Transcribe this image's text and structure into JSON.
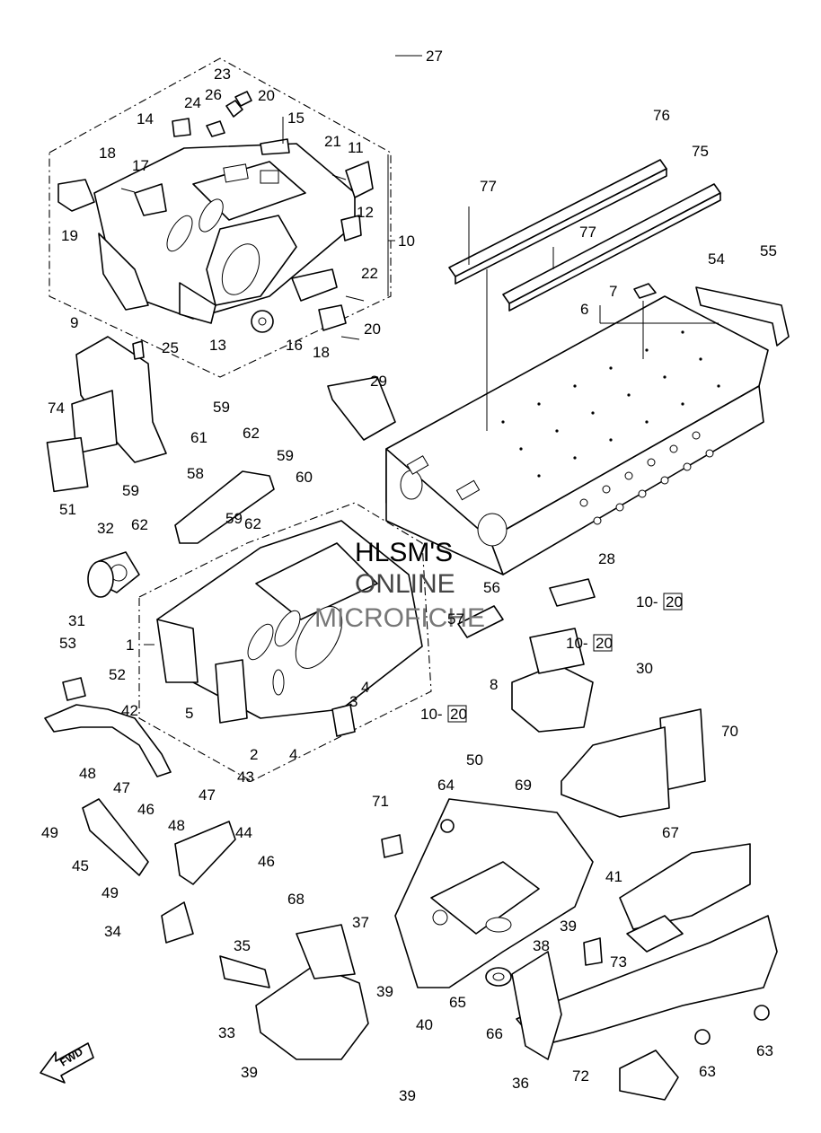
{
  "watermark": {
    "line1": "HLSM'S",
    "line2": "ONLINE",
    "line3": "MICROFICHE"
  },
  "fwd_label": "FWD",
  "callouts": {
    "c27": "27",
    "c23": "23",
    "c24": "24",
    "c26": "26",
    "c20a": "20",
    "c15": "15",
    "c14": "14",
    "c21": "21",
    "c11": "11",
    "c18a": "18",
    "c17": "17",
    "c19": "19",
    "c12": "12",
    "c10": "10",
    "c22": "22",
    "c20b": "20",
    "c13": "13",
    "c16": "16",
    "c18b": "18",
    "c76": "76",
    "c75": "75",
    "c77a": "77",
    "c77b": "77",
    "c7": "7",
    "c6": "6",
    "c54": "54",
    "c55": "55",
    "c9": "9",
    "c25": "25",
    "c74": "74",
    "c29": "29",
    "c59a": "59",
    "c61": "61",
    "c62a": "62",
    "c59b": "59",
    "c60": "60",
    "c58": "58",
    "c59c": "59",
    "c62b": "62",
    "c59d": "59",
    "c62c": "62",
    "c51": "51",
    "c32": "32",
    "c31": "31",
    "c1": "1",
    "c28": "28",
    "c10_20a": "10-",
    "c10_20a_box": "20",
    "c56": "56",
    "c57": "57",
    "c10_20b": "10-",
    "c10_20b_box": "20",
    "c53": "53",
    "c52": "52",
    "c42": "42",
    "c5": "5",
    "c4a": "4",
    "c3": "3",
    "c8": "8",
    "c30": "30",
    "c10_20c": "10-",
    "c10_20c_box": "20",
    "c2": "2",
    "c4b": "4",
    "c50": "50",
    "c70": "70",
    "c43": "43",
    "c48a": "48",
    "c47a": "47",
    "c69": "69",
    "c64": "64",
    "c71": "71",
    "c49a": "49",
    "c46a": "46",
    "c47b": "47",
    "c45": "45",
    "c48b": "48",
    "c44": "44",
    "c46b": "46",
    "c67": "67",
    "c49b": "49",
    "c41": "41",
    "c34": "34",
    "c68": "68",
    "c37": "37",
    "c39a": "39",
    "c73": "73",
    "c38": "38",
    "c35": "35",
    "c39b": "39",
    "c65": "65",
    "c40": "40",
    "c33": "33",
    "c66": "66",
    "c63a": "63",
    "c39c": "39",
    "c63b": "63",
    "c36": "36",
    "c72": "72",
    "c39d": "39"
  }
}
